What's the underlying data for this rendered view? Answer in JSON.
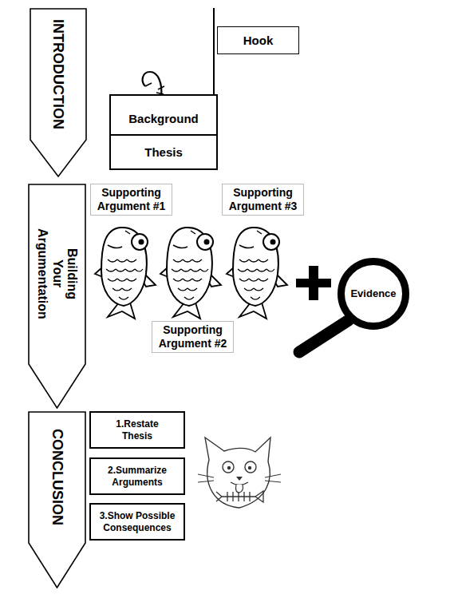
{
  "diagram": {
    "nodes": [
      {
        "text": [
          "INTRODUCTION"
        ]
      },
      {
        "text": [
          "Hook"
        ]
      },
      {
        "text": [
          "Background"
        ]
      },
      {
        "text": [
          "Thesis"
        ]
      },
      {
        "text": [
          "Building Your Argumentation"
        ]
      },
      {
        "text": [
          "Supporting Argument #1"
        ]
      },
      {
        "text": [
          "Supporting Argument #3"
        ]
      },
      {
        "text": [
          "Supporting Argument #2"
        ]
      },
      {
        "text": [
          "Evidence"
        ]
      },
      {
        "text": [
          "CONCLUSION"
        ]
      },
      {
        "text": [
          "1.Restate Thesis"
        ]
      },
      {
        "text": [
          "2.Summarize Arguments"
        ]
      },
      {
        "text": [
          "3.Show Possible Consequences"
        ]
      }
    ]
  }
}
